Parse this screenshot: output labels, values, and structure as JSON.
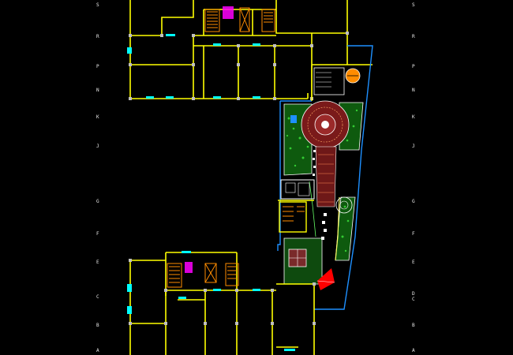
{
  "drawing": {
    "background": "#000000",
    "colors": {
      "wall": "#ffff00",
      "boundary": "#1e90ff",
      "column": "#ff00ff",
      "cyan": "#00ffff",
      "stair": "#ff8c00",
      "paving": "#8b1a1a",
      "planting": "#00a000",
      "grid_text": "#e6e6e6",
      "red": "#ff0000",
      "white": "#ffffff"
    }
  },
  "grid_axes": {
    "left": [
      "S",
      "R",
      "P",
      "N",
      "K",
      "J",
      "G",
      "F",
      "E",
      "C",
      "B",
      "A"
    ],
    "right": [
      "S",
      "R",
      "P",
      "N",
      "K",
      "J",
      "G",
      "F",
      "E",
      "D",
      "B",
      "A"
    ],
    "right_extra": "C"
  }
}
